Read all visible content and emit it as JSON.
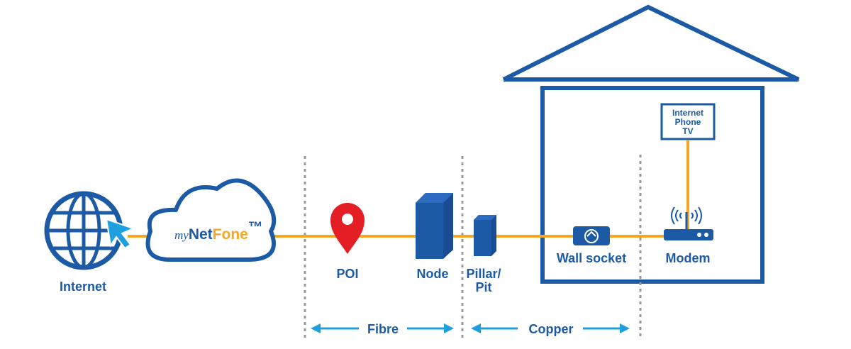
{
  "colors": {
    "blue": "#1c5aa6",
    "orange": "#f5a623",
    "red": "#e31e24",
    "light_blue": "#1ea0e0",
    "divider": "#999999"
  },
  "labels": {
    "internet": "Internet",
    "poi": "POI",
    "node": "Node",
    "pillar_line1": "Pillar/",
    "pillar_line2": "Pit",
    "wall_socket": "Wall socket",
    "modem": "Modem"
  },
  "services_box": {
    "line1": "Internet",
    "line2": "Phone",
    "line3": "TV"
  },
  "brand": {
    "prefix": "my",
    "part1": "Net",
    "part2": "Fone",
    "mark": "™"
  },
  "spans": {
    "fibre": "Fibre",
    "copper": "Copper"
  },
  "icons": {
    "internet": "globe-cursor-icon",
    "cloud": "cloud-icon",
    "poi": "map-pin-icon",
    "node": "node-cabinet-icon",
    "pillar": "pillar-icon",
    "wall_socket": "wall-socket-icon",
    "modem": "modem-icon",
    "house": "house-icon"
  }
}
